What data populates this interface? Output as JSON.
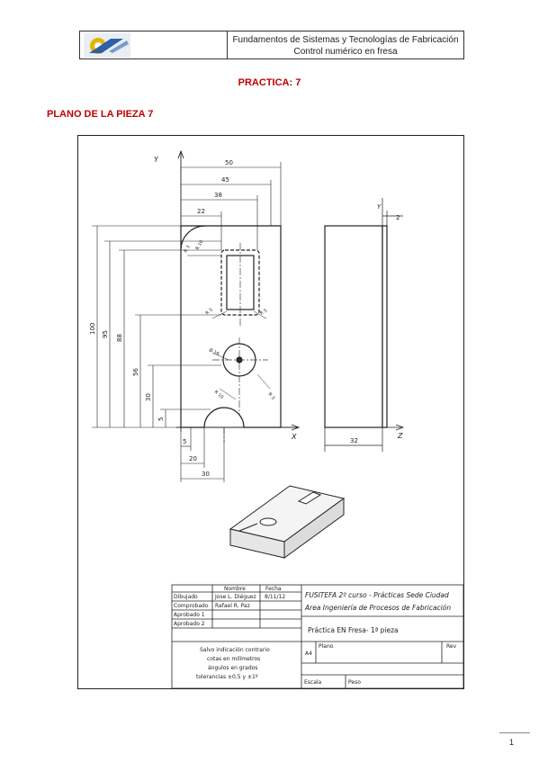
{
  "header": {
    "line1": "Fundamentos de Sistemas y Tecnologías de Fabricación",
    "line2": "Control numérico en fresa"
  },
  "practice_title": "PRACTICA: 7",
  "section_title": "PLANO DE LA PIEZA 7",
  "drawing": {
    "axis_y": "Y",
    "axis_x": "X",
    "axis_z": "Z",
    "dims_top": [
      "50",
      "45",
      "38",
      "22"
    ],
    "dims_left": [
      "100",
      "95",
      "88",
      "56",
      "30",
      "5"
    ],
    "dims_bottom": [
      "5",
      "20",
      "30"
    ],
    "side_depth": "32",
    "side_thickness": "2",
    "radius_labels": [
      "R 3",
      "R 10",
      "R 3",
      "R 5",
      "R 10",
      "R 3",
      "Ø 16"
    ],
    "title_block": {
      "col_nombre": "Nombre",
      "col_fecha": "Fecha",
      "rows": [
        {
          "label": "Dibujado",
          "name": "Jose L. Diéguez",
          "date": "8/11/12"
        },
        {
          "label": "Comprobado",
          "name": "Rafael R. Paz",
          "date": ""
        },
        {
          "label": "Aprobado 1",
          "name": "",
          "date": ""
        },
        {
          "label": "Aprobado 2",
          "name": "",
          "date": ""
        }
      ],
      "course_line1": "FUSITEFA 2º curso - Prácticas Sede Ciudad",
      "course_line2": "Area Ingeniería de Procesos de Fabricación",
      "practice_name": "Práctica EN Fresa- 1ª pieza",
      "notes": [
        "Salvo indicación contrario",
        "cotas en milímetros",
        "ángulos en grados",
        "tolerancias ±0,5 y ±1º"
      ],
      "format": "A4",
      "plano_label": "Plano",
      "rev_label": "Rev",
      "escala_label": "Escala",
      "peso_label": "Peso"
    }
  },
  "page_number": "1"
}
